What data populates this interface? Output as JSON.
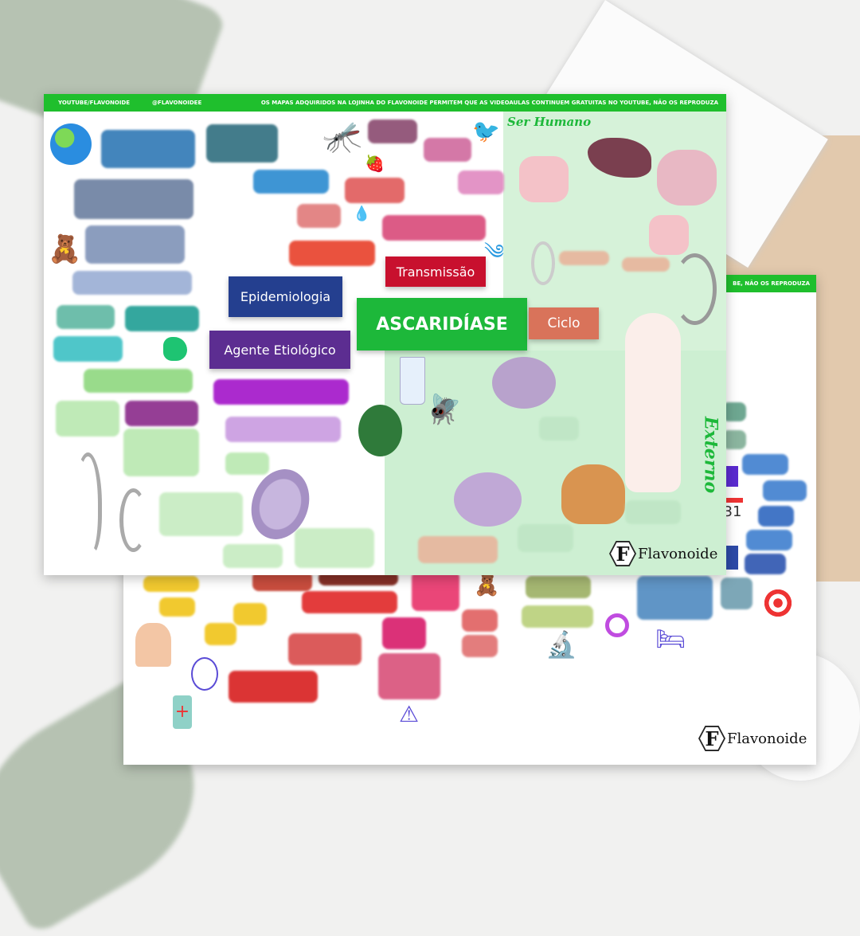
{
  "front_sheet": {
    "header": {
      "youtube": "YOUTUBE/FLAVONOIDE",
      "instagram": "@FLAVONOIDEE",
      "notice": "OS MAPAS ADQUIRIDOS NA LOJINHA DO FLAVONOIDE PERMITEM QUE AS VIDEOAULAS CONTINUEM GRATUITAS NO YOUTUBE, NÃO OS REPRODUZA"
    },
    "central_node": "ASCARIDÍASE",
    "branches": {
      "epidemiology": "Epidemiologia",
      "etiologic_agent": "Agente Etiológico",
      "transmission": "Transmissão",
      "cycle": "Ciclo"
    },
    "cycle_sections": {
      "human": "Ser Humano",
      "external": "Externo"
    },
    "logo": "Flavonoide"
  },
  "back_sheet": {
    "header_notice_fragment": "BE, NÃO OS REPRODUZA",
    "calendar_icon_day": "31",
    "logo": "Flavonoide"
  },
  "colors": {
    "header_green": "#1fbf2d",
    "central": "#1db83a",
    "epidemiology": "#243f8f",
    "etiologic_agent": "#5c2d91",
    "transmission": "#c8102e",
    "cycle": "#d9735a",
    "cycle_bg": "#d6f2d9"
  }
}
